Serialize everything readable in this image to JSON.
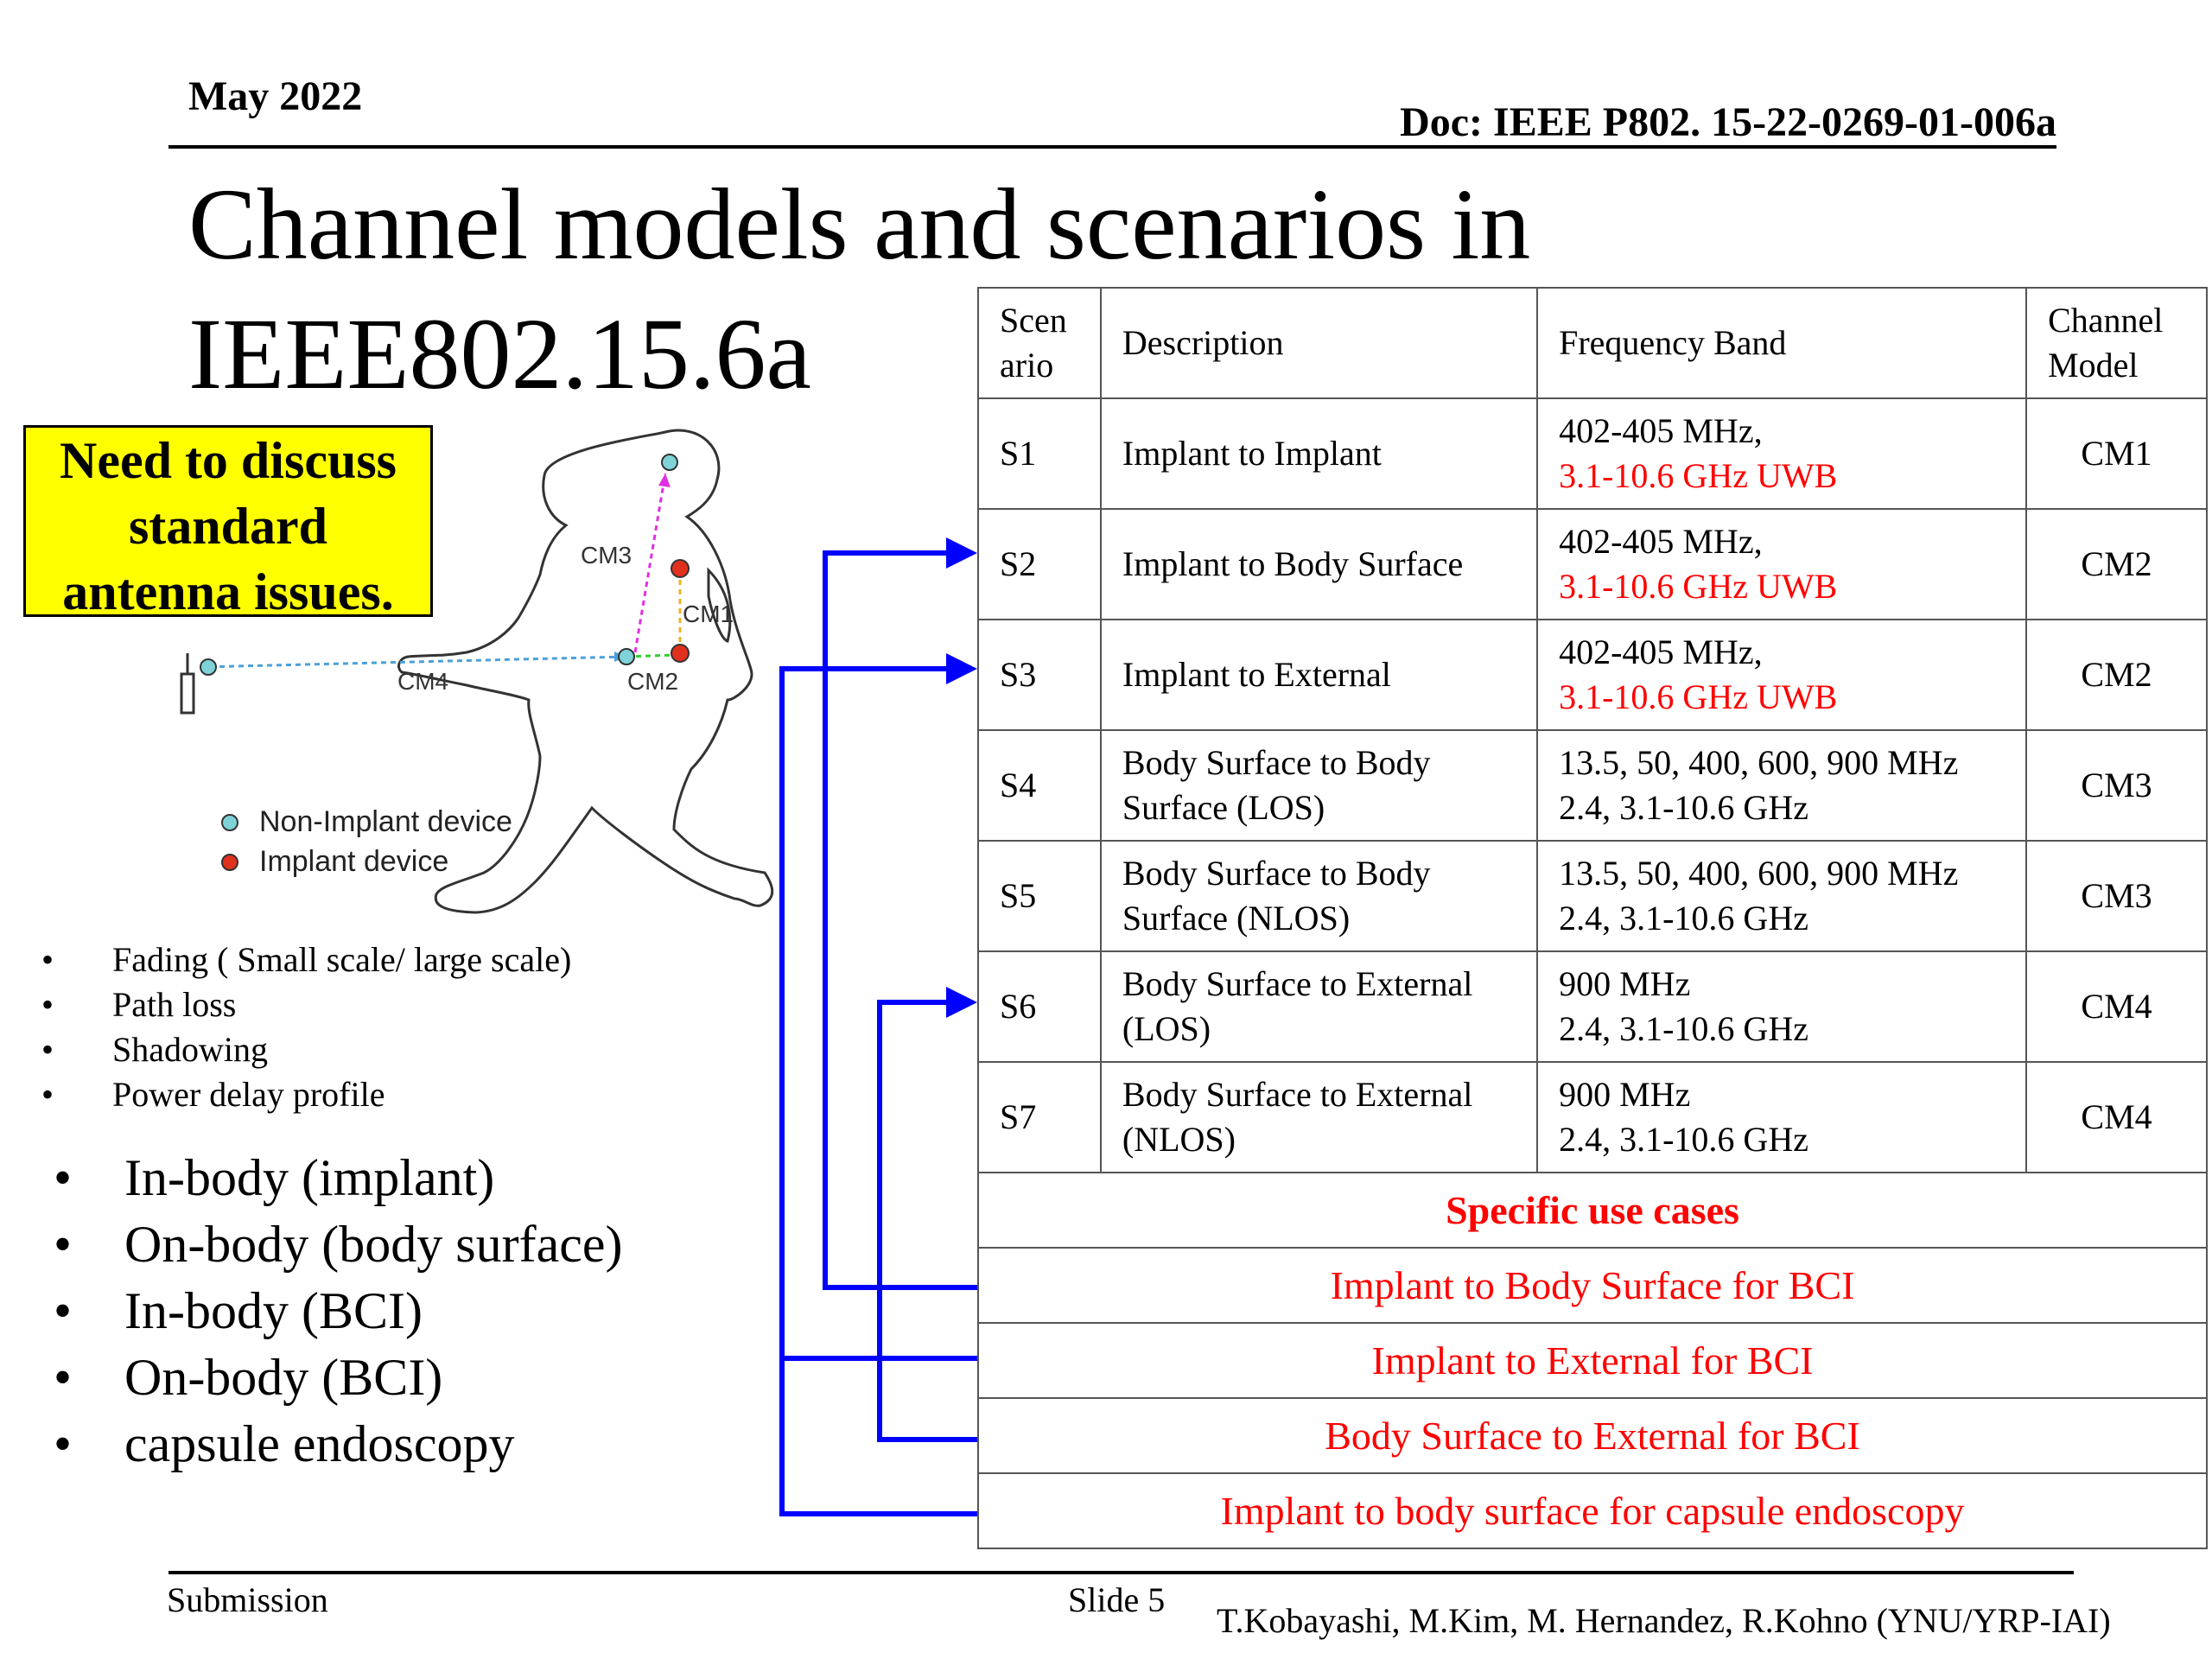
{
  "header": {
    "date": "May 2022",
    "doc_id": "Doc: IEEE P802. 15-22-0269-01-006a"
  },
  "title": "Channel models and scenarios in IEEE802.15.6a",
  "callout": {
    "line1": "Need to discuss",
    "line2": "standard",
    "line3": "antenna issues."
  },
  "diagram": {
    "labels": {
      "cm1": "CM1",
      "cm2": "CM2",
      "cm3": "CM3",
      "cm4": "CM4"
    },
    "legend": {
      "non_implant": "Non-Implant device",
      "implant": "Implant device"
    },
    "colors": {
      "non_implant": "#7fd3d8",
      "implant": "#e0301e"
    }
  },
  "small_bullets": [
    "Fading ( Small scale/ large scale)",
    "Path loss",
    "Shadowing",
    "Power delay profile"
  ],
  "big_bullets": [
    "In-body (implant)",
    "On-body (body surface)",
    "In-body (BCI)",
    "On-body (BCI)",
    "capsule endoscopy"
  ],
  "table": {
    "headers": {
      "scenario": "Scen ario",
      "description": "Description",
      "frequency": "Frequency Band",
      "channel_model": "Channel Model"
    },
    "rows": [
      {
        "scenario": "S1",
        "description": "Implant to Implant",
        "freq_line1": "402-405 MHz,",
        "freq_line2": "3.1-10.6 GHz UWB",
        "cm": "CM1"
      },
      {
        "scenario": "S2",
        "description": "Implant to Body Surface",
        "freq_line1": "402-405 MHz,",
        "freq_line2": "3.1-10.6 GHz UWB",
        "cm": "CM2"
      },
      {
        "scenario": "S3",
        "description": "Implant to External",
        "freq_line1": "402-405 MHz,",
        "freq_line2": "3.1-10.6 GHz UWB",
        "cm": "CM2"
      },
      {
        "scenario": "S4",
        "description": "Body Surface to Body Surface (LOS)",
        "freq_line1": "13.5, 50, 400, 600, 900 MHz",
        "freq_line2": "2.4, 3.1-10.6 GHz",
        "cm": "CM3"
      },
      {
        "scenario": "S5",
        "description": "Body Surface to Body Surface (NLOS)",
        "freq_line1": "13.5, 50, 400, 600, 900 MHz",
        "freq_line2": "2.4, 3.1-10.6 GHz",
        "cm": "CM3"
      },
      {
        "scenario": "S6",
        "description": "Body Surface to External (LOS)",
        "freq_line1": "900 MHz",
        "freq_line2": "2.4, 3.1-10.6 GHz",
        "cm": "CM4"
      },
      {
        "scenario": "S7",
        "description": "Body Surface to External (NLOS)",
        "freq_line1": "900 MHz",
        "freq_line2": "2.4, 3.1-10.6 GHz",
        "cm": "CM4"
      }
    ],
    "use_cases_title": "Specific use cases",
    "use_cases": [
      "Implant to Body Surface for BCI",
      "Implant to External for BCI",
      "Body Surface to External for BCI",
      "Implant to body surface for capsule endoscopy"
    ],
    "colors": {
      "red_text": "#ff0000",
      "arrow": "#0000ff"
    }
  },
  "footer": {
    "submission": "Submission",
    "slide": "Slide 5",
    "authors": "T.Kobayashi, M.Kim, M. Hernandez, R.Kohno (YNU/YRP-IAI)"
  }
}
